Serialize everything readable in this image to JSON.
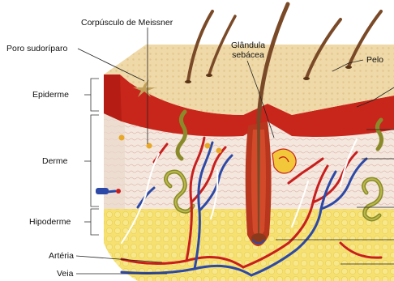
{
  "labels": {
    "poro": "Poro sudoríparo",
    "meissner": "Corpúsculo de Meissner",
    "glandula_line1": "Glândula",
    "glandula_line2": "sebácea",
    "pelo": "Pelo",
    "epiderme": "Epiderme",
    "derme": "Derme",
    "hipoderme": "Hipoderme",
    "arteria": "Artéria",
    "veia": "Veia"
  },
  "colors": {
    "epidermis_top": "#efd9a8",
    "epidermis_red": "#c8261b",
    "dermis": "#f3e6dc",
    "hypodermis": "#f5e070",
    "hair": "#7a4a28",
    "artery": "#c81e1e",
    "vein": "#2d49a8",
    "gland": "#8a8a2a",
    "nerve": "#ffffff"
  }
}
